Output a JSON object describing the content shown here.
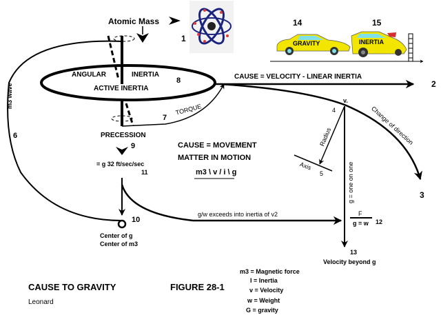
{
  "labels": {
    "atomic_mass": "Atomic Mass",
    "n1": "1",
    "n2": "2",
    "n3": "3",
    "n4": "4",
    "n5": "5",
    "n6": "6",
    "n7": "7",
    "n8": "8",
    "n9": "9",
    "n10": "10",
    "n11": "11",
    "n12": "12",
    "n13": "13",
    "n14": "14",
    "n15": "15",
    "angular": "ANGULAR",
    "inertia": "INERTIA",
    "active_inertia": "ACTIVE INERTIA",
    "torque": "TORQUE",
    "precession": "PRECESSION",
    "g32": "= g 32 ft/sec/sec",
    "m3_wave": "m3 wave",
    "cause_velocity": "CAUSE = VELOCITY  -  LINEAR INERTIA",
    "cause_movement": "CAUSE  = MOVEMENT",
    "matter_in_motion": "MATTER IN MOTION",
    "formula": "m3 \\ v / i \\ g",
    "radius": "Radius",
    "axis": "Axis",
    "v_point": "v.",
    "change_of_direction": "Change of direction",
    "g_one_on_one": "g = one on one",
    "gw_exceeds": "g/w exceeds into  inertia of v2",
    "f_numer": "F",
    "f_denom": "g = w",
    "center_g": "Center of g",
    "center_m3": "Center of m3",
    "velocity_beyond": "Velocity beyond g",
    "car_gravity": "GRAVITY",
    "car_inertia": "INERTIA"
  },
  "legend": [
    "m3 = Magnetic force",
    "I = Inertia",
    "v = Velocity",
    "w = Weight",
    "G = gravity"
  ],
  "footer": {
    "title": "CAUSE TO GRAVITY",
    "figure": "FIGURE  28-1",
    "author": "Leonard"
  },
  "colors": {
    "line": "#000000",
    "atom_orbit": "#1a237e",
    "electron": "#e53935",
    "car_body": "#f2e600",
    "car_window": "#7fe0e8",
    "spoiler": "#d32f2f"
  }
}
